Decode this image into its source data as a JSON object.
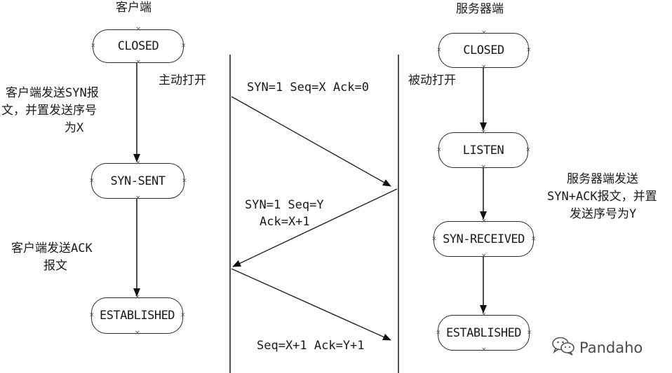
{
  "headers": {
    "client": "客户端",
    "server": "服务器端"
  },
  "client_states": {
    "closed": "CLOSED",
    "syn_sent": "SYN-SENT",
    "established": "ESTABLISHED"
  },
  "server_states": {
    "closed": "CLOSED",
    "listen": "LISTEN",
    "syn_received": "SYN-RECEIVED",
    "established": "ESTABLISHED"
  },
  "annotations": {
    "client_send_syn": [
      "客户端发送SYN报",
      "文，并置发送序号",
      "为X"
    ],
    "client_send_ack": [
      "客户端发送ACK",
      "报文"
    ],
    "server_send_synack": [
      "服务器端发送",
      "SYN+ACK报文，并置",
      "发送序号为Y"
    ],
    "active_open": "主动打开",
    "passive_open": "被动打开"
  },
  "messages": {
    "msg1": "SYN=1 Seq=X Ack=0",
    "msg2": [
      "SYN=1 Seq=Y",
      "Ack=X+1"
    ],
    "msg3": "Seq=X+1 Ack=Y+1"
  },
  "watermark": {
    "text": "Pandaho",
    "icon": "wechat-icon"
  }
}
